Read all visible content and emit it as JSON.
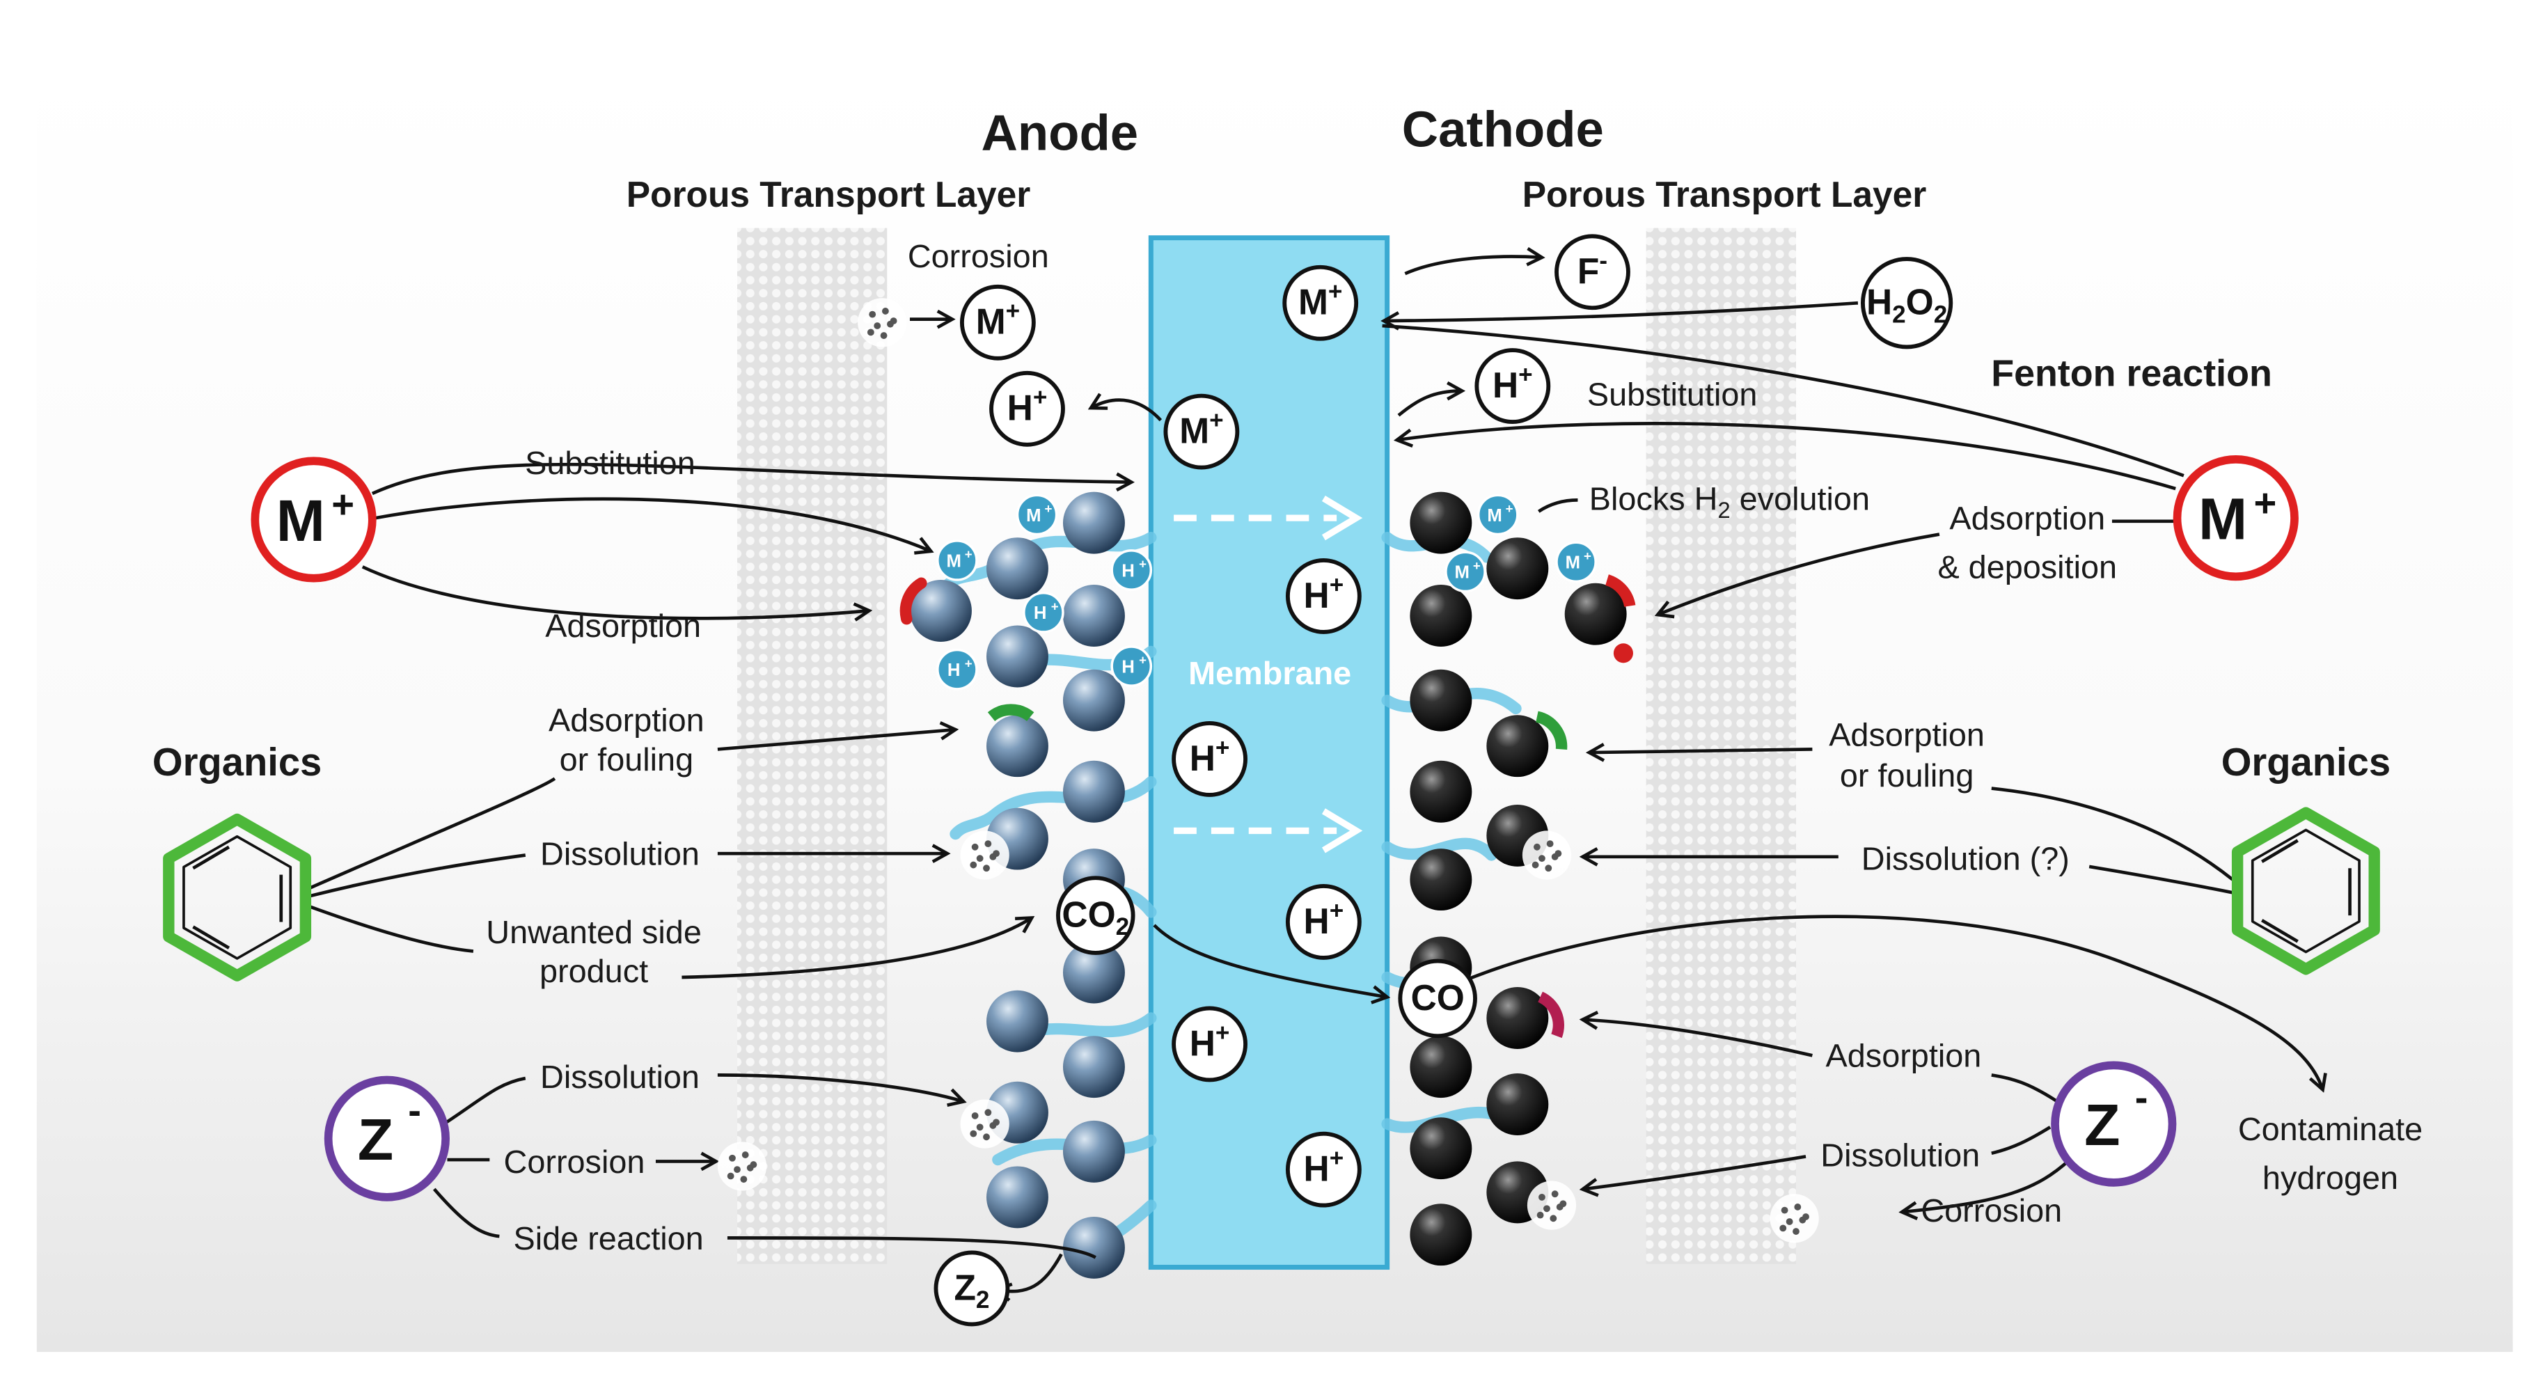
{
  "headers": {
    "anode": "Anode",
    "cathode": "Cathode",
    "anode_ptl": "Porous Transport Layer",
    "cathode_ptl": "Porous Transport Layer",
    "fenton": "Fenton reaction",
    "membrane": "Membrane"
  },
  "sources": {
    "organics_left": "Organics",
    "organics_right": "Organics",
    "metal_left": "M",
    "metal_right": "M",
    "anion": "Z"
  },
  "labels": {
    "corrosion_top": "Corrosion",
    "substitution_left": "Substitution",
    "adsorption_left": "Adsorption",
    "adsorption_fouling_left_1": "Adsorption",
    "adsorption_fouling_left_2": "or fouling",
    "dissolution_left": "Dissolution",
    "unwanted_1": "Unwanted side",
    "unwanted_2": "product",
    "dissolution_z": "Dissolution",
    "corrosion_z": "Corrosion",
    "side_reaction": "Side reaction",
    "substitution_right": "Substitution",
    "blocks_h2": "Blocks H",
    "blocks_h2_sub": "2",
    "blocks_h2_tail": " evolution",
    "adsorption_deposition_1": "Adsorption",
    "adsorption_deposition_2": "& deposition",
    "adsorption_fouling_right_1": "Adsorption",
    "adsorption_fouling_right_2": "or fouling",
    "dissolution_right": "Dissolution (?)",
    "adsorption_right_co": "Adsorption",
    "dissolution_right_z": "Dissolution",
    "corrosion_right_z": "Corrosion",
    "contaminate_1": "Contaminate",
    "contaminate_2": "hydrogen"
  },
  "ions": {
    "m": "M",
    "plus": "+",
    "h": "H",
    "f": "F",
    "minus": "-",
    "h2o2_h": "H",
    "h2o2_2a": "2",
    "h2o2_o": "O",
    "h2o2_2b": "2",
    "co2_c": "CO",
    "co2_2": "2",
    "co": "CO",
    "z2_z": "Z",
    "z2_2": "2"
  },
  "colors": {
    "membrane": "#8fdcf2",
    "membrane_border": "#3aaad2",
    "metal_ring": "#e02020",
    "organics_ring": "#4db83a",
    "anion_ring": "#6a3fa0",
    "anode_catalyst": "#5a7a99",
    "cathode_catalyst": "#1a1a1a",
    "small_ion": "#3a9ec6",
    "ionomer": "#6cc7e6"
  }
}
